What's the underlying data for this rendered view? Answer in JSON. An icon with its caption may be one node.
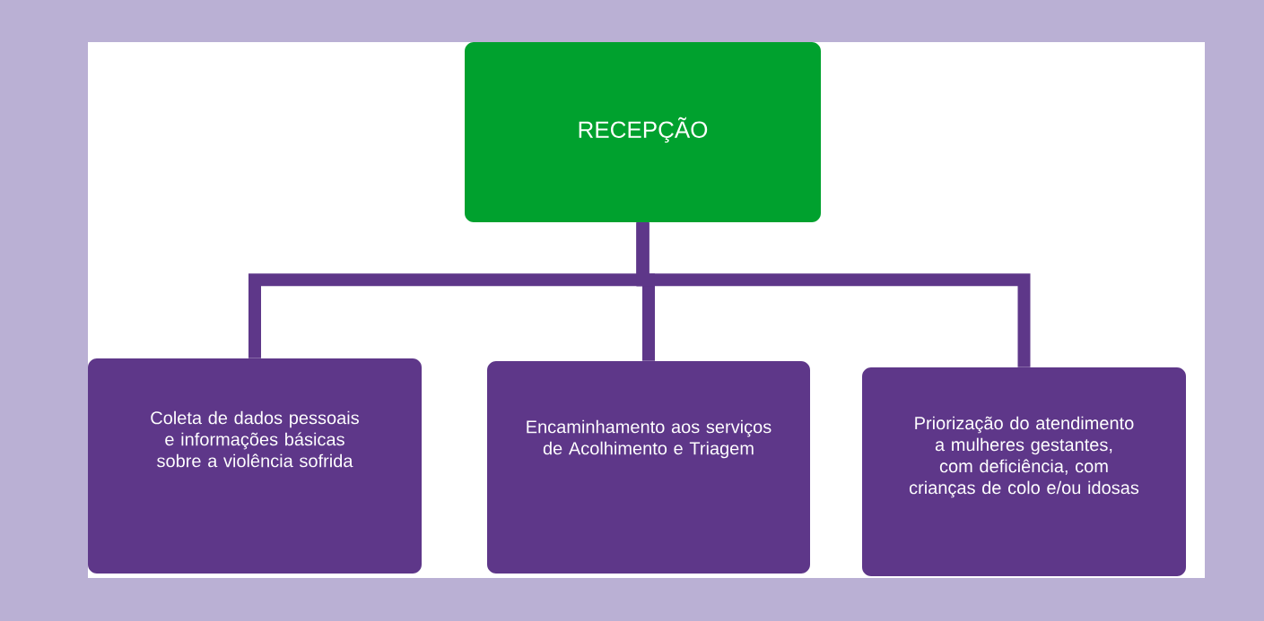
{
  "diagram": {
    "nodes": [
      {
        "text": [
          "RECEPÇÃO"
        ]
      },
      {
        "text": [
          "Coleta de dados pessoais e informações básicas sobre a violência sofrida"
        ]
      },
      {
        "text": [
          "Encaminhamento aos serviços de Acolhimento e Triagem"
        ]
      },
      {
        "text": [
          "Priorização do atendimento a mulheres gestantes, com deficiência, com crianças de colo e/ou idosas"
        ]
      }
    ],
    "edges": [
      {
        "from": 0,
        "to": 1,
        "arrow": "none"
      },
      {
        "from": 0,
        "to": 2,
        "arrow": "none"
      },
      {
        "from": 0,
        "to": 3,
        "arrow": "none"
      }
    ]
  }
}
